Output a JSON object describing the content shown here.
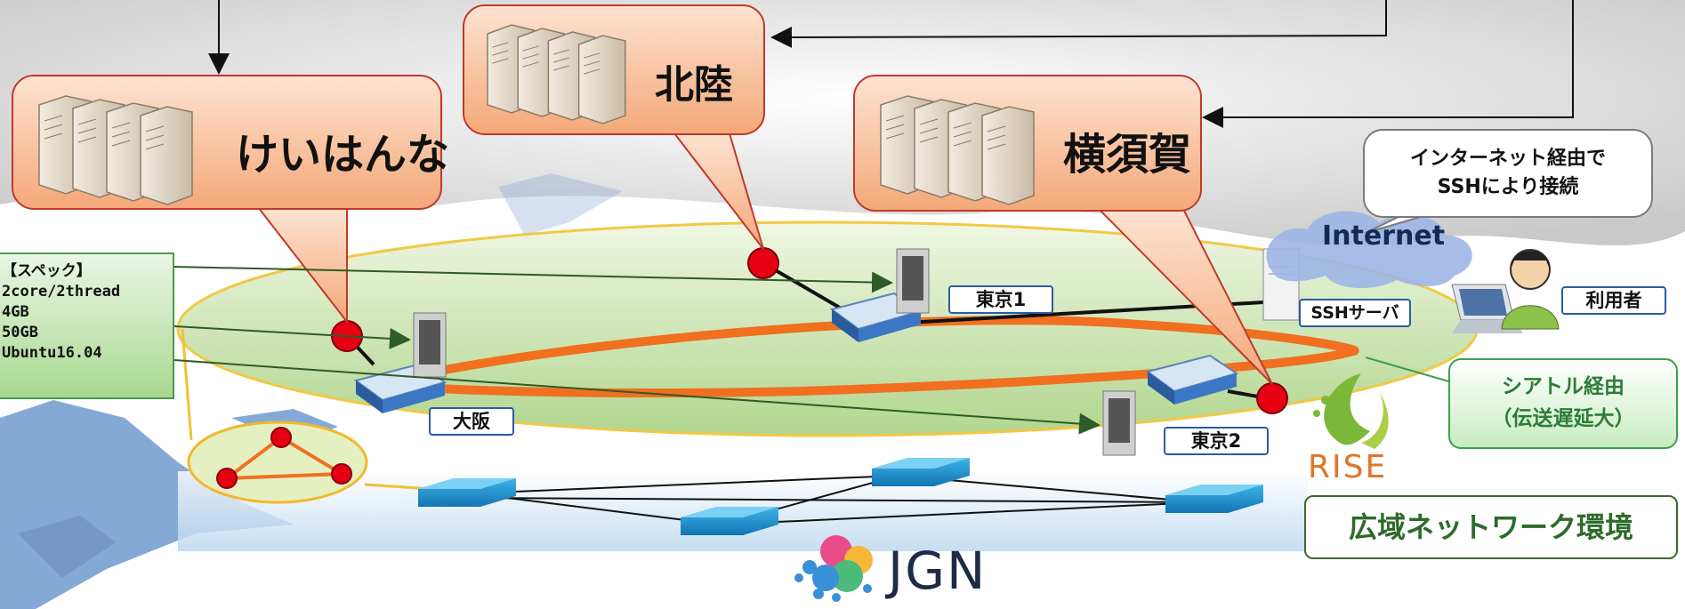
{
  "sites": [
    {
      "name": "けいはんな"
    },
    {
      "name": "北陸"
    },
    {
      "name": "横須賀"
    }
  ],
  "nodes": {
    "tokyo1": "東京1",
    "tokyo2": "東京2",
    "osaka": "大阪",
    "ssh_server": "SSHサーバ",
    "user": "利用者",
    "internet": "Internet"
  },
  "spec": {
    "title": "【スペック】",
    "lines": [
      "2core/2thread",
      "4GB",
      "50GB",
      "Ubuntu16.04"
    ]
  },
  "internet_note": {
    "line1": "インターネット経由で",
    "line2": "SSHにより接続"
  },
  "seattle_note": {
    "line1": "シアトル経由",
    "line2": "（伝送遅延大）"
  },
  "wan_label": "広域ネットワーク環境",
  "logos": {
    "rise": "RISE",
    "jgn": "JGN"
  },
  "colors": {
    "callout_fill": "#f6b489",
    "callout_border": "#c0392b",
    "ring": "#f07020",
    "node_red": "#e60012",
    "ellipse_fill": "#c9e3a8",
    "arrow": "#3d6b35"
  }
}
